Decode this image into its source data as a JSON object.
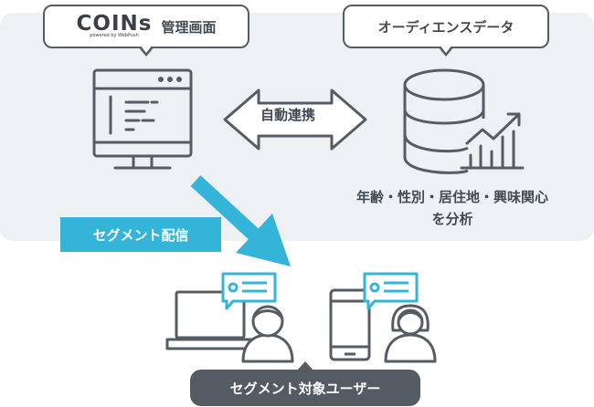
{
  "admin_bubble": {
    "logo": "COINs",
    "logo_sub": "powered by WebPush",
    "label": "管理画面"
  },
  "open_data_bubble": {
    "label": "オーディエンスデータ"
  },
  "sync_label": "自動連携",
  "analysis_caption": {
    "line1": "年齢・性別・居住地・興味関心",
    "line2": "を分析"
  },
  "distribution_tag": "セグメント配信",
  "target_users_label": "セグメント対象ユーザー",
  "colors": {
    "accent": "#33b4d8",
    "ink": "#565c64",
    "panel": "#eef1f3"
  },
  "icons": [
    "monitor-icon",
    "double-arrow-icon",
    "database-icon",
    "chart-icon",
    "diagonal-arrow-icon",
    "laptop-icon",
    "smartphone-icon",
    "message-bubble-icon",
    "male-user-icon",
    "female-user-icon"
  ]
}
